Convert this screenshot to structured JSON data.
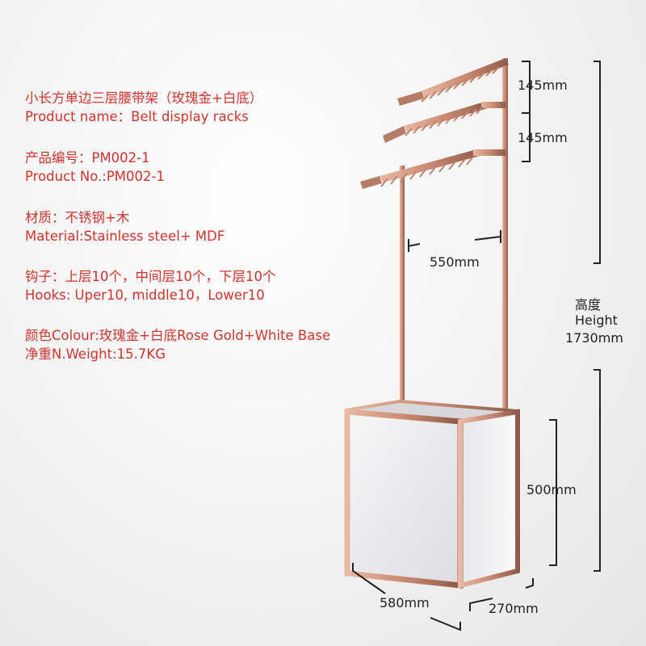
{
  "specs": {
    "name_cn": "小长方单边三层腰带架（玫瑰金+白底）",
    "name_en": "Product name：Belt display racks",
    "no_cn": "产品编号：PM002-1",
    "no_en": "Product No.:PM002-1",
    "material_cn": "材质：不锈钢+木",
    "material_en": "Material:Stainless steel+ MDF",
    "hooks_cn": "钩子：上层10个，中间层10个，下层10个",
    "hooks_en": "Hooks: Uper10, middle10，Lower10",
    "colour": "颜色Colour:玫瑰金+白底Rose Gold+White Base",
    "weight": "净重N.Weight:15.7KG"
  },
  "dimensions": {
    "tier1": "145mm",
    "tier2": "145mm",
    "width_inner": "550mm",
    "height_cn": "高度",
    "height_en": "Height",
    "height_value": "1730mm",
    "base_height": "500mm",
    "base_length": "580mm",
    "base_depth": "270mm"
  },
  "colors": {
    "spec_text": "#d0342c",
    "rose_gold": "#c98a72",
    "rose_gold_dark": "#9c6150",
    "panel_white": "#f1f1f3"
  }
}
